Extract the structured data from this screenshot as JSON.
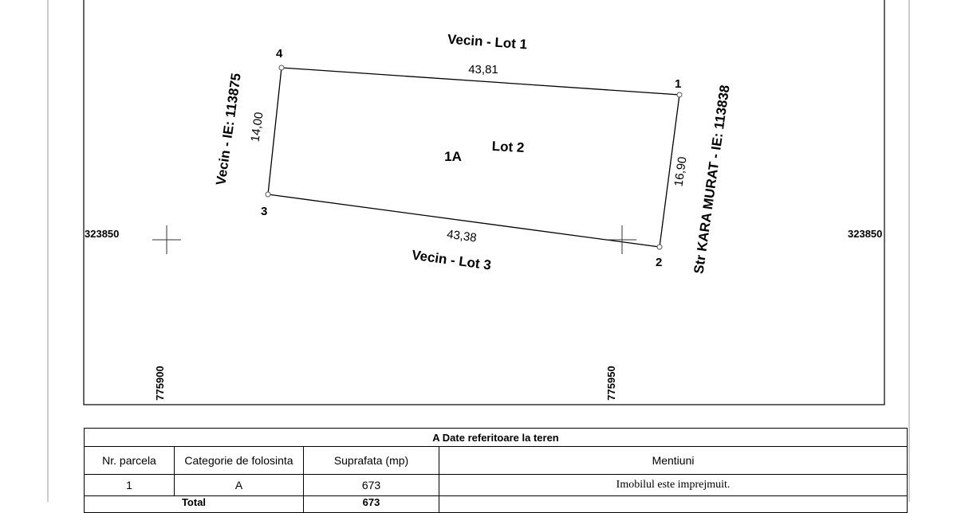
{
  "plan": {
    "neighbor_top": "Vecin - Lot 1",
    "neighbor_bottom": "Vecin - Lot 3",
    "neighbor_left": "Vecin - IE: 113875",
    "neighbor_right": "Str KARA MURAT - IE: 113838",
    "lot_label": "Lot 2",
    "parcel_label": "1A",
    "dim_top": "43,81",
    "dim_bottom": "43,38",
    "dim_left": "14,00",
    "dim_right": "16,90",
    "vertex_1": "1",
    "vertex_2": "2",
    "vertex_3": "3",
    "vertex_4": "4",
    "coord_left_y": "323850",
    "coord_right_y": "323850",
    "coord_x_left": "775900",
    "coord_x_right": "775950"
  },
  "table": {
    "title": "A   Date referitoare la teren",
    "headers": [
      "Nr. parcela",
      "Categorie de folosinta",
      "Suprafata (mp)",
      "Mentiuni"
    ],
    "rows": [
      {
        "nr": "1",
        "categorie": "A",
        "suprafata": "673",
        "mentiuni": "Imobilul este imprejmuit."
      }
    ],
    "total_label": "Total",
    "total_value": "673"
  }
}
